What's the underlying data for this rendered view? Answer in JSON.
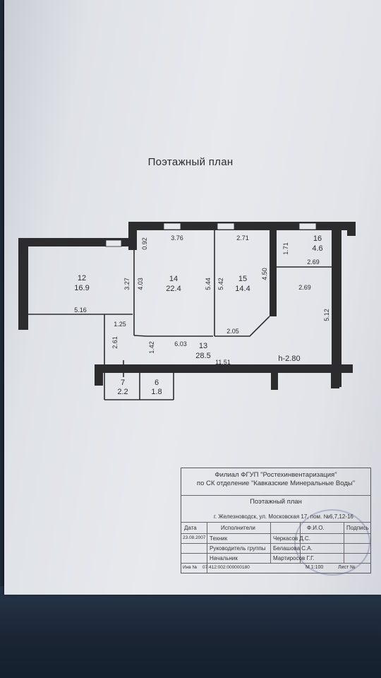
{
  "title": "Поэтажный план",
  "rooms": [
    {
      "id": "room-12",
      "number": "12",
      "area": "16.9"
    },
    {
      "id": "room-14",
      "number": "14",
      "area": "22.4"
    },
    {
      "id": "room-15",
      "number": "15",
      "area": "14.4"
    },
    {
      "id": "room-16",
      "number": "16",
      "area": "4.6"
    },
    {
      "id": "room-13",
      "number": "13",
      "area": "28.5"
    },
    {
      "id": "room-7",
      "number": "7",
      "area": "2.2"
    },
    {
      "id": "room-6",
      "number": "6",
      "area": "1.8"
    }
  ],
  "dimensions": {
    "d_0_92": "0.92",
    "d_3_76": "3.76",
    "d_2_71": "2.71",
    "d_1_71": "1.71",
    "d_2_69_a": "2.69",
    "d_2_69_b": "2.69",
    "d_3_27": "3.27",
    "d_4_03": "4.03",
    "d_5_44": "5.44",
    "d_5_42": "5.42",
    "d_4_50": "4.50",
    "d_5_12": "5.12",
    "d_5_16": "5.16",
    "d_1_25": "1.25",
    "d_2_61": "2.61",
    "d_1_42": "1.42",
    "d_6_03": "6.03",
    "d_2_05": "2.05",
    "d_11_51": "11.51",
    "height": "h-2.80"
  },
  "stamp": {
    "org_line1": "Филиал ФГУП \"Ростехинвентаризация\"",
    "org_line2": "по СК отделение \"Кавказские Минеральные Воды\"",
    "doc_title": "Поэтажный план",
    "address": "г. Железноводск, ул. Московская 17, пом. №6,7,12-16",
    "headers": {
      "date": "Дата",
      "performers": "Исполнители",
      "fio": "Ф.И.О.",
      "signature": "Подпись"
    },
    "rows": [
      {
        "date": "23.08.2007",
        "role": "Техник",
        "name": "Черкасов Д.С."
      },
      {
        "date": "",
        "role": "Руководитель группы",
        "name": "Белашова С.А."
      },
      {
        "date": "",
        "role": "Начальник",
        "name": "Мартиросов Г.Г."
      }
    ],
    "inv_label": "Инв №",
    "inv_number": "07:412:002:000000180",
    "scale": "М 1:100",
    "sheet": "Лист №"
  }
}
